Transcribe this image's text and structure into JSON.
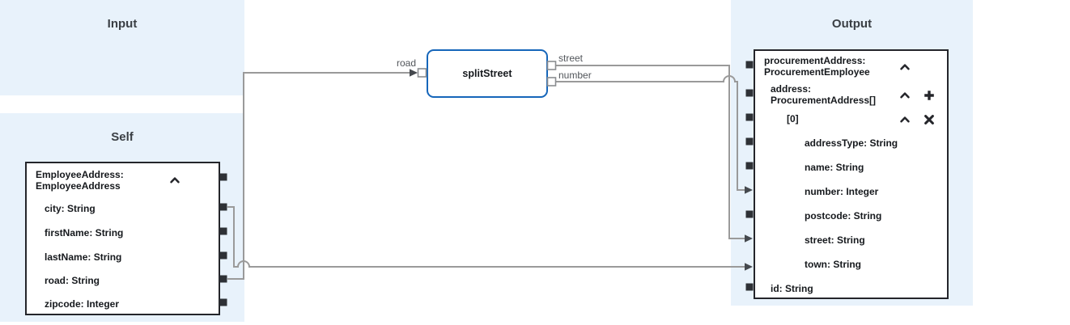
{
  "panels": {
    "input": {
      "title": "Input"
    },
    "self": {
      "title": "Self"
    },
    "output": {
      "title": "Output"
    }
  },
  "self_box": {
    "root": {
      "name": "EmployeeAddress:",
      "type": "EmployeeAddress"
    },
    "fields": [
      "city: String",
      "firstName: String",
      "lastName: String",
      "road: String",
      "zipcode: Integer"
    ]
  },
  "transformation": {
    "name": "splitStreet",
    "input_label": "road",
    "outputs": [
      "street",
      "number"
    ]
  },
  "output_box": {
    "root": {
      "name": "procurementAddress:",
      "type": "ProcurementEmployee"
    },
    "address_group": {
      "name": "address:",
      "type": "ProcurementAddress[]"
    },
    "collection_item": "[0]",
    "fields": [
      "addressType: String",
      "name: String",
      "number: Integer",
      "postcode: String",
      "street: String",
      "town: String"
    ],
    "id_field": "id: String"
  },
  "connections": [
    {
      "from": "Self.road",
      "to": "splitStreet.road"
    },
    {
      "from": "splitStreet.street",
      "to": "Output.address[0].street"
    },
    {
      "from": "splitStreet.number",
      "to": "Output.address[0].number"
    },
    {
      "from": "Self.city",
      "to": "Output.address[0].town"
    }
  ],
  "icons": {
    "collapse": "chevron-up-icon",
    "add_item": "plus-icon",
    "remove_item": "x-icon"
  },
  "colors": {
    "panel_bg": "#e8f2fb",
    "doc_border": "#24252a",
    "transformation_border": "#1666ba",
    "connection_line": "#9a9a9a",
    "text": "#16191d"
  }
}
